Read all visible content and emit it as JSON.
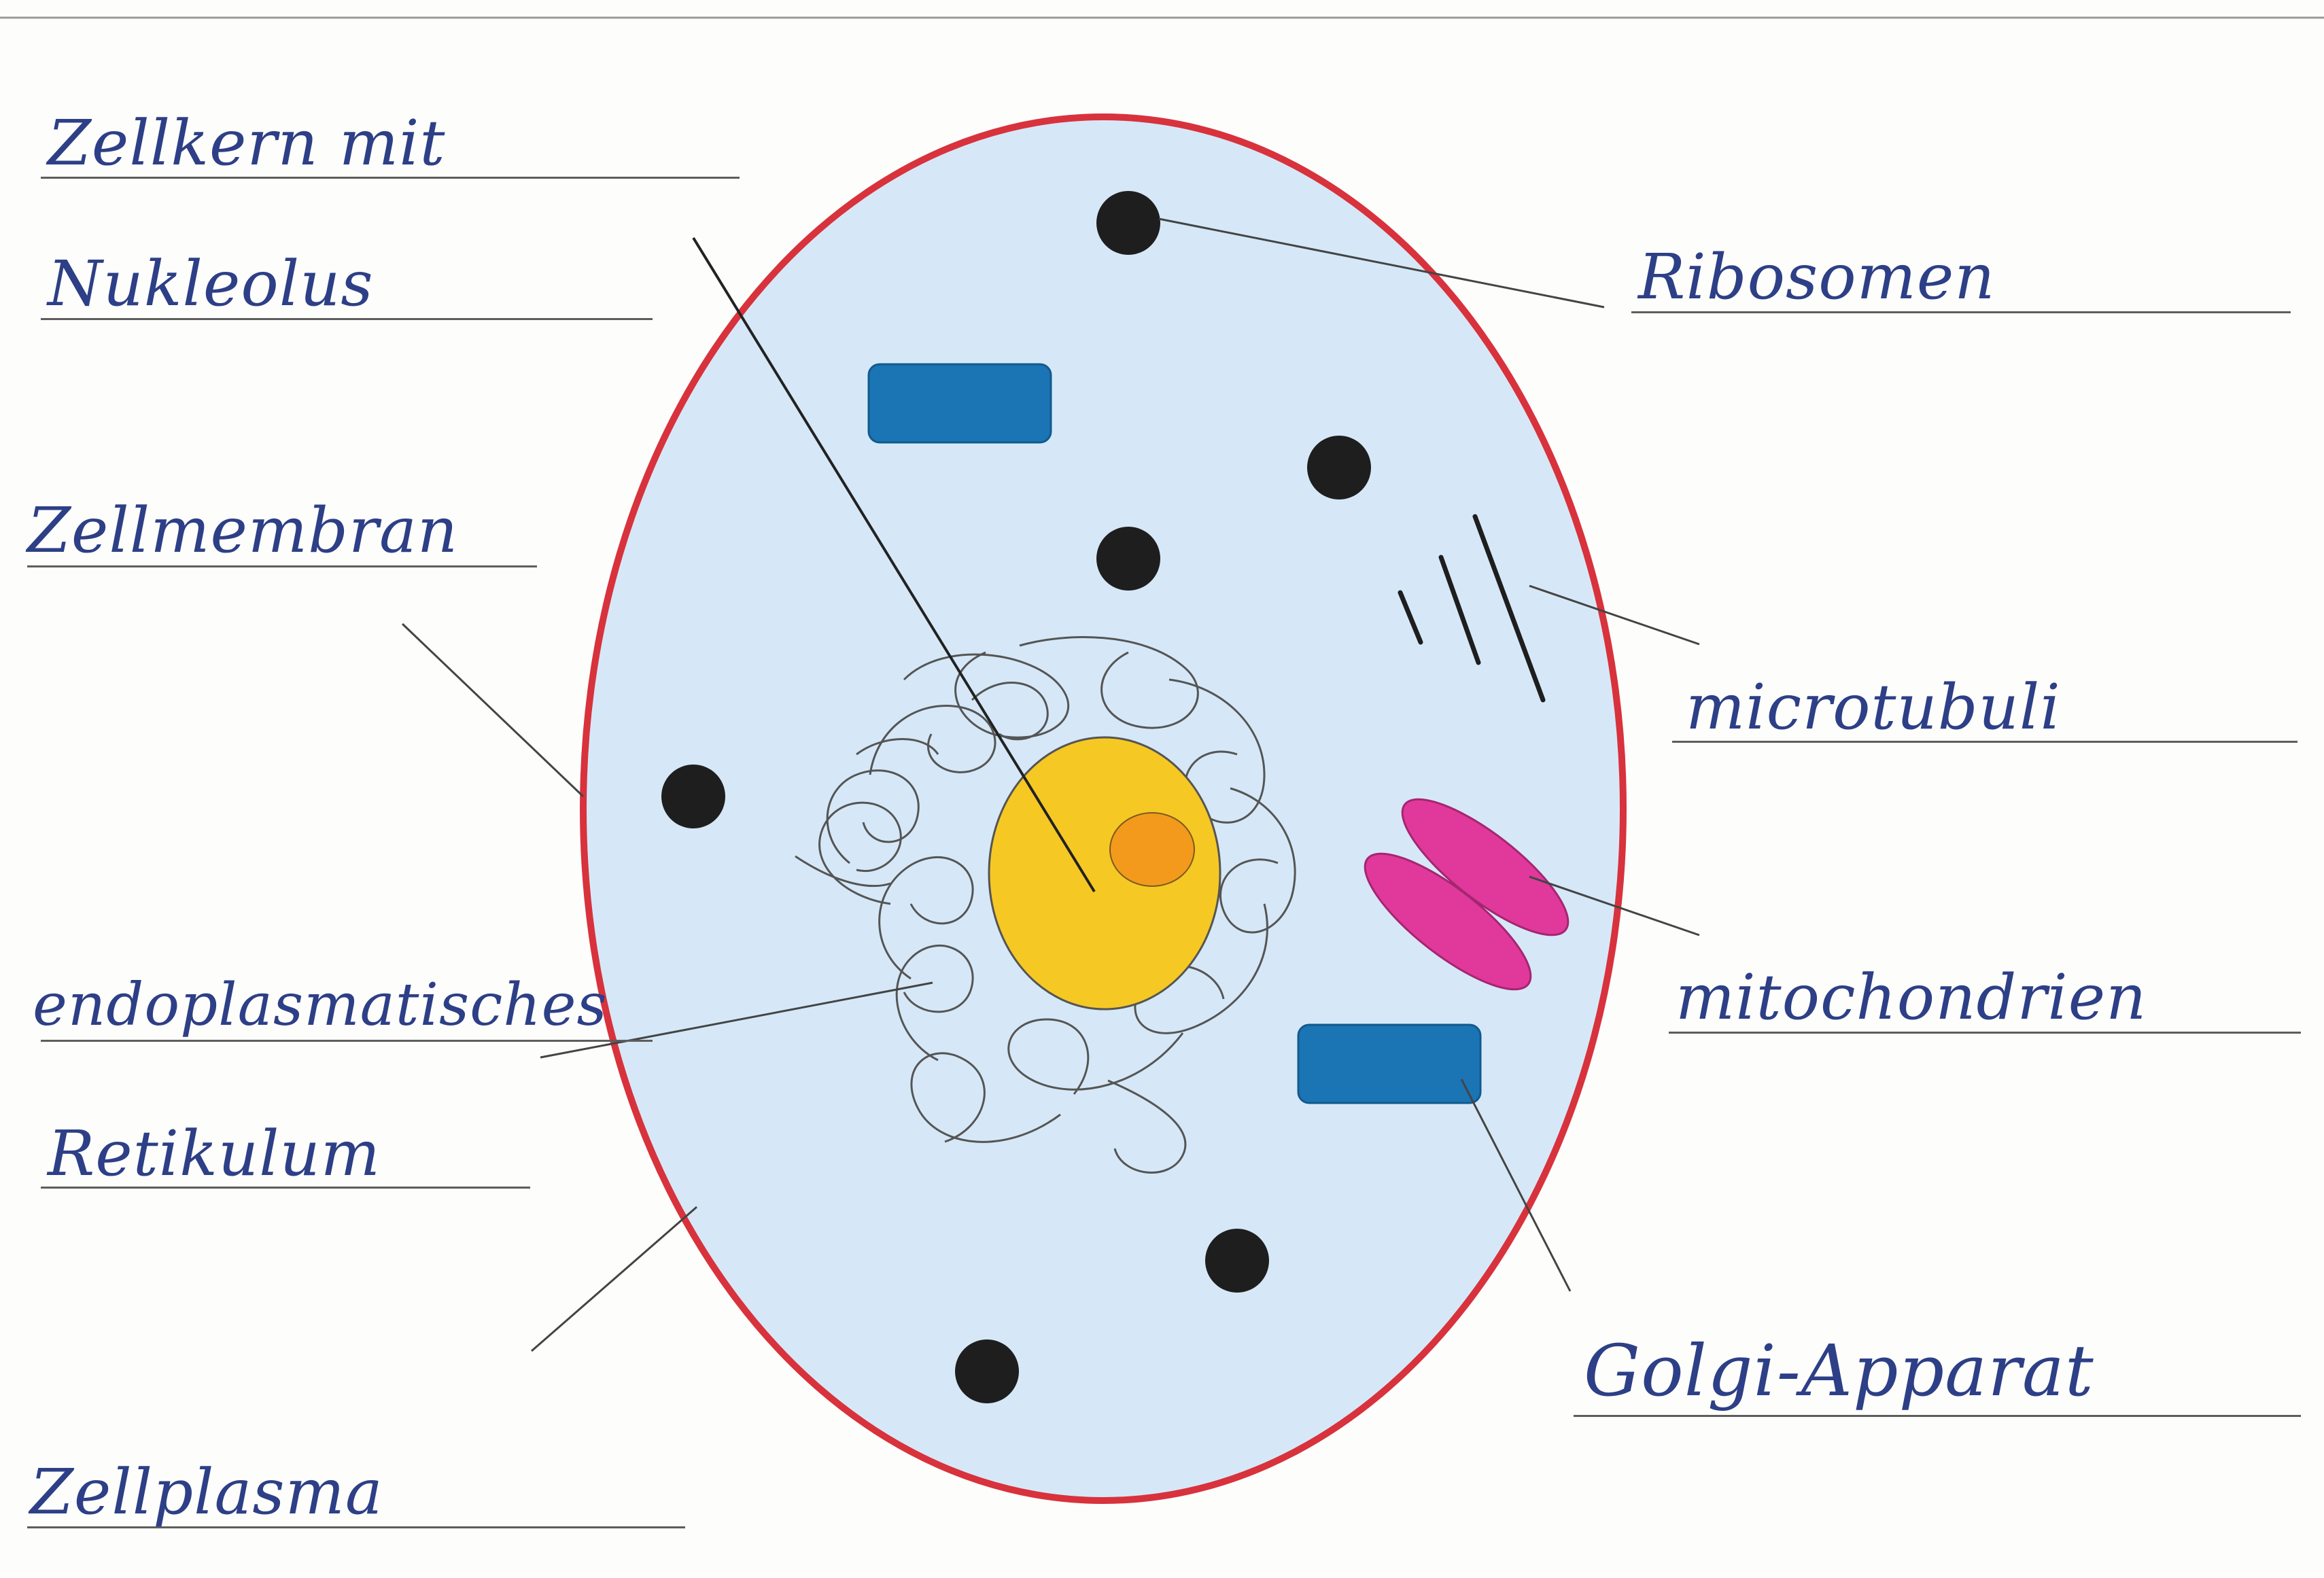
{
  "labels": {
    "zellkern_line1": "Zellkern mit",
    "zellkern_line2": "Nukleolus",
    "zellmembran": "Zellmembran",
    "er_line1": "endoplasmatisches",
    "er_line2": "Retikulum",
    "zellplasma": "Zellplasma",
    "ribosomen": "Ribosomen",
    "microtubuli": "microtubuli",
    "mitochondrien": "mitochondrien",
    "golgi": "Golgi-Apparat"
  },
  "colors": {
    "membrane": "#d8323c",
    "cytoplasm": "#d6e8f7",
    "nucleus": "#f6c824",
    "nucleolus": "#f39a1d",
    "ribosome": "#1e1e1e",
    "golgi": "#1b74b4",
    "mitochondria": "#e0399b",
    "er_line": "#555555",
    "pointer_line": "#444444",
    "handwriting": "#2d3f86"
  }
}
